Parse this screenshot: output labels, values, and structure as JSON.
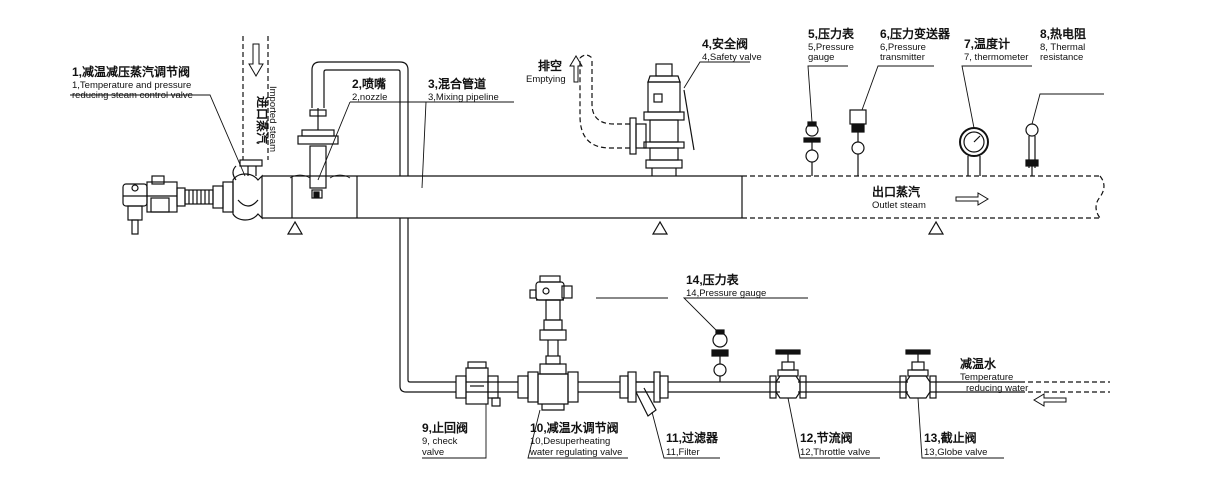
{
  "labels": {
    "item1": {
      "cn": "1,减温减压蒸汽调节阀",
      "en1": "1,Temperature and pressure",
      "en2": "reducing steam control valve"
    },
    "item2": {
      "cn": "2,喷嘴",
      "en": "2,nozzle"
    },
    "item3": {
      "cn": "3,混合管道",
      "en": "3,Mixing pipeline"
    },
    "item4": {
      "cn": "4,安全阀",
      "en": "4,Safety valve"
    },
    "item5": {
      "cn": "5,压力表",
      "en1": "5,Pressure",
      "en2": "gauge"
    },
    "item6": {
      "cn": "6,压力变送器",
      "en1": "6,Pressure",
      "en2": "transmitter"
    },
    "item7": {
      "cn": "7,温度计",
      "en": "7, thermometer"
    },
    "item8": {
      "cn": "8,热电阻",
      "en1": "8, Thermal",
      "en2": "resistance"
    },
    "item9": {
      "cn": "9,止回阀",
      "en1": "9, check",
      "en2": "valve"
    },
    "item10": {
      "cn": "10,减温水调节阀",
      "en1": "10,Desuperheating",
      "en2": "water regulating valve"
    },
    "item11": {
      "cn": "11,过滤器",
      "en": "11,Filter"
    },
    "item12": {
      "cn": "12,节流阀",
      "en": "12,Throttle valve"
    },
    "item13": {
      "cn": "13,截止阀",
      "en": "13,Globe valve"
    },
    "item14": {
      "cn": "14,压力表",
      "en": "14,Pressure gauge"
    }
  },
  "flow": {
    "inlet": {
      "cn": "进口蒸汽",
      "en": "Imported steam"
    },
    "exhaust": {
      "cn": "排空",
      "en": "Emptying"
    },
    "outlet": {
      "cn": "出口蒸汽",
      "en": "Outlet steam"
    },
    "water": {
      "cn": "减温水",
      "en1": "Temperature",
      "en2": "reducing water"
    }
  }
}
